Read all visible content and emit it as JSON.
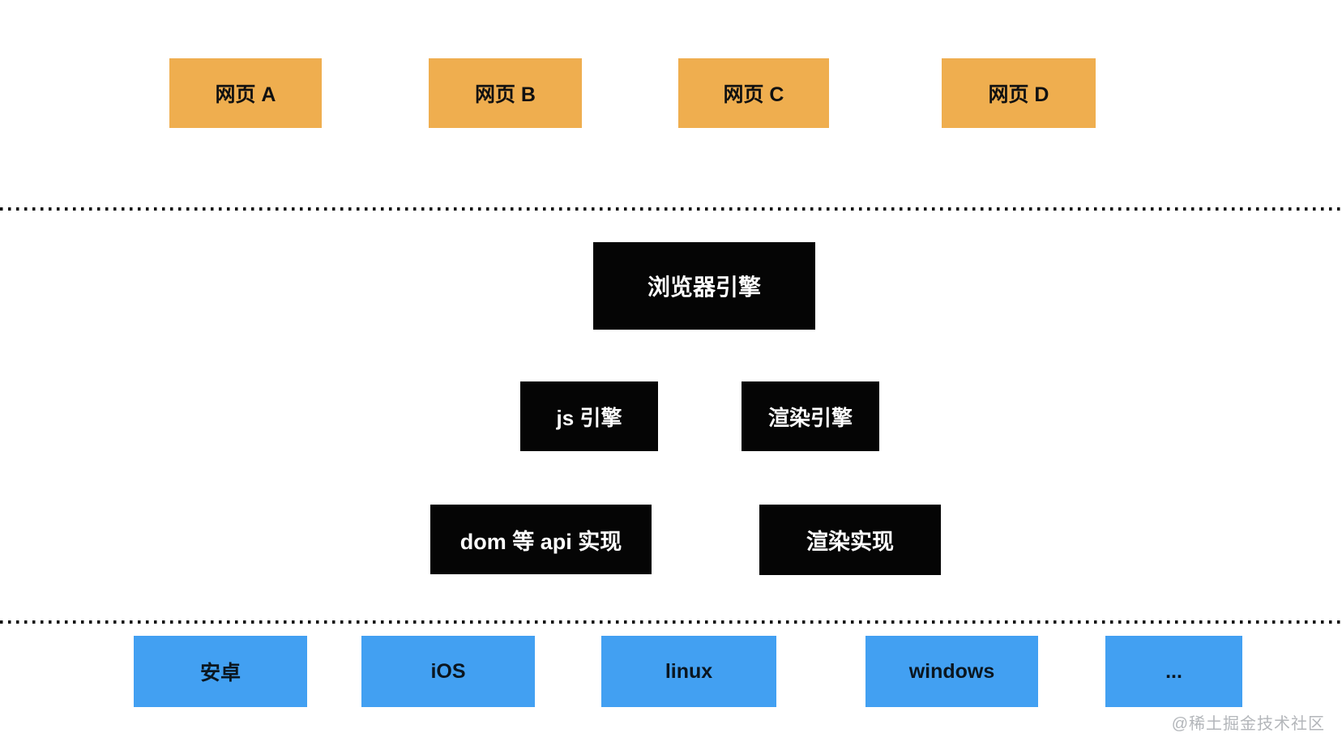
{
  "diagram": {
    "web_pages": [
      "网页 A",
      "网页 B",
      "网页 C",
      "网页 D"
    ],
    "browser_engine_label": "浏览器引擎",
    "engines": [
      "js 引擎",
      "渲染引擎"
    ],
    "implementations": [
      "dom 等 api 实现",
      "渲染实现"
    ],
    "platforms": [
      "安卓",
      "iOS",
      "linux",
      "windows",
      "..."
    ],
    "watermark": "@稀土掘金技术社区",
    "colors": {
      "webpage_box": "#efae4f",
      "engine_box": "#050505",
      "engine_text": "#ffffff",
      "platform_box": "#42a0f2",
      "separator_dots": "#111111",
      "watermark_text": "#b3b6ba"
    }
  }
}
